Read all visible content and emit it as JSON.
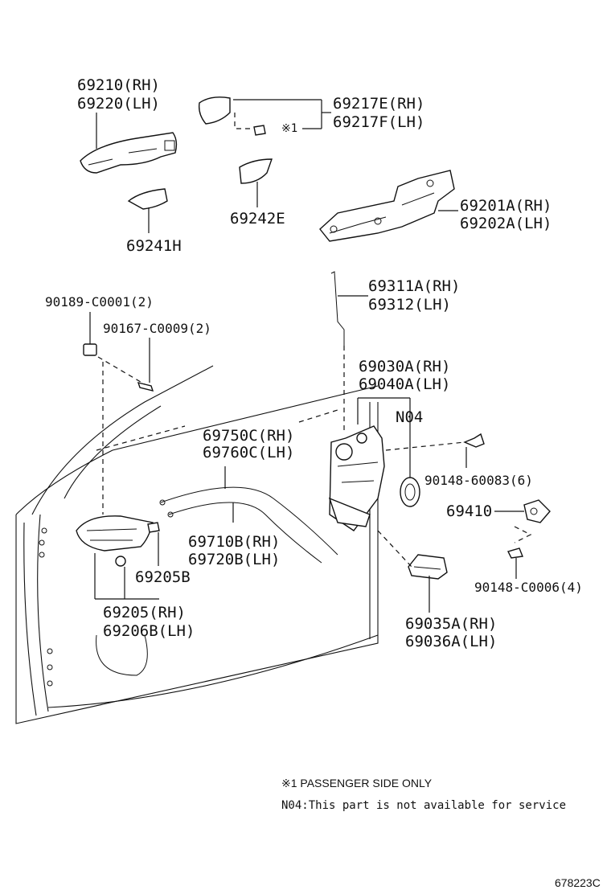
{
  "parts": {
    "outer_handle": [
      "69210(RH)",
      "69220(LH)"
    ],
    "handle_cover": [
      "69217E(RH)",
      "69217F(LH)"
    ],
    "passenger_mark": "※1",
    "outer_pad": "69241H",
    "inner_pad": "69242E",
    "frame": [
      "69201A(RH)",
      "69202A(LH)"
    ],
    "rod": [
      "69311A(RH)",
      "69312(LH)"
    ],
    "bolt_a": "90189-C0001(2)",
    "bolt_b": "90167-C0009(2)",
    "lock_assy": [
      "69030A(RH)",
      "69040A(LH)"
    ],
    "n04": "N04",
    "cable_a": [
      "69750C(RH)",
      "69760C(LH)"
    ],
    "screw_lock": "90148-60083(6)",
    "striker": "69410",
    "cable_b": [
      "69710B(RH)",
      "69720B(LH)"
    ],
    "inner_bezel": "69205B",
    "screw_striker": "90148-C0006(4)",
    "inner_handle": [
      "69205(RH)",
      "69206B(LH)"
    ],
    "lock_cover": [
      "69035A(RH)",
      "69036A(LH)"
    ]
  },
  "notes": {
    "passenger": "※1 PASSENGER SIDE ONLY",
    "n04": "N04:This part is not available for service"
  },
  "figure_id": "678223C"
}
